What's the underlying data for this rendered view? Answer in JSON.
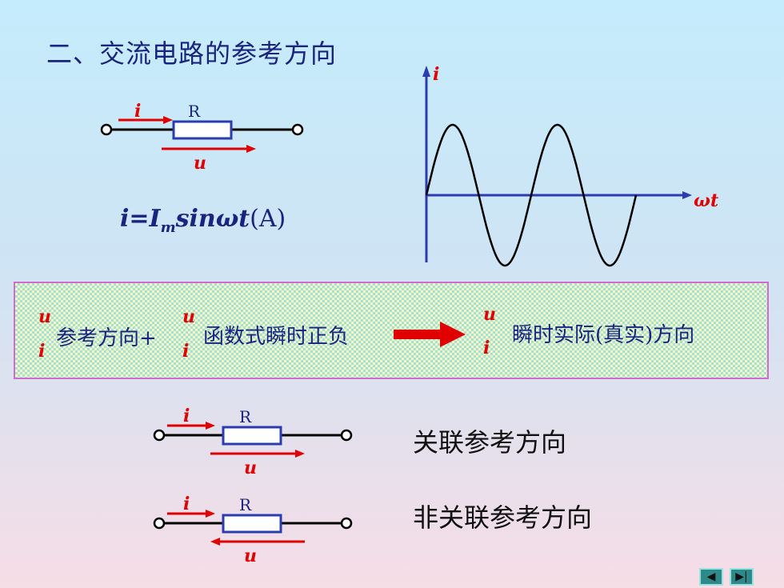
{
  "title": "二、交流电路的参考方向",
  "top_circuit": {
    "current_label": "i",
    "resistor_label": "R",
    "voltage_label": "u"
  },
  "formula": {
    "lhs": "i=I",
    "sub": "m",
    "rhs": "sinωt",
    "unit": "(A)"
  },
  "waveform": {
    "y_axis_label": "i",
    "x_axis_label": "ωt",
    "cycles": 2
  },
  "box": {
    "u": "u",
    "i": "i",
    "text1": "参考方向+",
    "text2": "函数式瞬时正负",
    "text3": "瞬时实际(真实)方向",
    "colors": {
      "border": "#d36ad0",
      "arrow": "#e00000"
    }
  },
  "associated": {
    "current_label": "i",
    "resistor_label": "R",
    "voltage_label": "u",
    "caption": "关联参考方向"
  },
  "non_associated": {
    "current_label": "i",
    "resistor_label": "R",
    "voltage_label": "u",
    "caption": "非关联参考方向"
  },
  "nav": {
    "prev_icon": "◀",
    "next_icon": "▶|"
  }
}
